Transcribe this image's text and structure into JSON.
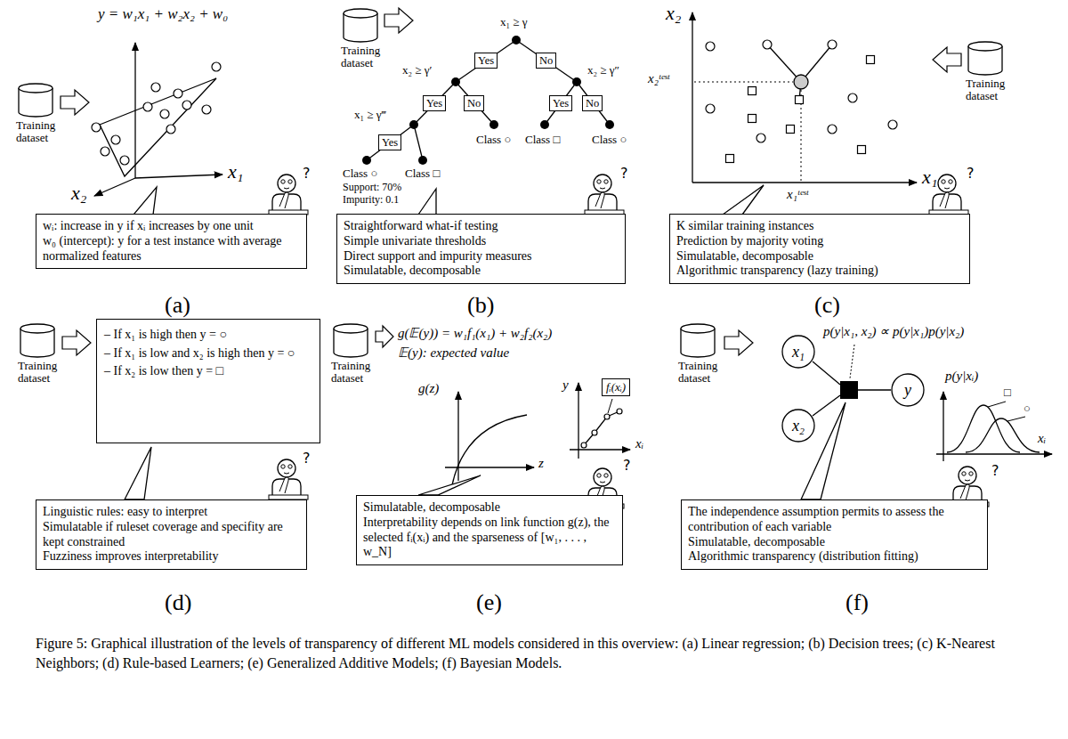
{
  "diagram": {
    "caption": "Figure 5: Graphical illustration of the levels of transparency of different ML models considered in this overview: (a) Linear regression; (b) Decision trees; (c) K-Nearest Neighbors; (d) Rule-based Learners; (e) Generalized Additive Models; (f) Bayesian Models.",
    "nodes": [
      {
        "text": [
          "Training dataset"
        ]
      },
      {
        "text": [
          "wᵢ: increase in y if xᵢ increases by one unit",
          "w₀ (intercept): y for a test instance with average normalized features"
        ]
      },
      {
        "text": [
          "Training dataset"
        ]
      },
      {
        "text": [
          "Yes"
        ]
      },
      {
        "text": [
          "No"
        ]
      },
      {
        "text": [
          "Yes"
        ]
      },
      {
        "text": [
          "No"
        ]
      },
      {
        "text": [
          "Yes"
        ]
      },
      {
        "text": [
          "No"
        ]
      },
      {
        "text": [
          "Yes"
        ]
      },
      {
        "text": [
          "Straightforward what-if testing",
          "Simple univariate thresholds",
          "Direct support and impurity measures",
          "Simulatable, decomposable"
        ]
      },
      {
        "text": [
          "Training dataset"
        ]
      },
      {
        "text": [
          "K similar training instances",
          "Prediction by majority voting",
          "Simulatable, decomposable",
          "Algorithmic transparency (lazy training)"
        ]
      },
      {
        "text": [
          "Training dataset"
        ]
      },
      {
        "text": [
          "– If x₁ is high then y = ○",
          "– If x₁ is low and x₂ is high then y = ○",
          "– If x₂ is low then y = □"
        ]
      },
      {
        "text": [
          "Linguistic rules: easy to interpret",
          "Simulatable if ruleset coverage and specifity are kept constrained",
          "Fuzziness improves interpretability"
        ]
      },
      {
        "text": [
          "Training dataset"
        ]
      },
      {
        "text": [
          "fᵢ(xᵢ)"
        ]
      },
      {
        "text": [
          "Simulatable, decomposable",
          "Interpretability depends on link function g(z), the selected fᵢ(xᵢ) and the sparseness of [w₁, . . . , w_N]"
        ]
      },
      {
        "text": [
          "Training dataset"
        ]
      },
      {
        "text": [
          "x₁"
        ]
      },
      {
        "text": [
          "x₂"
        ]
      },
      {
        "text": [
          "y"
        ]
      },
      {
        "text": [
          "The independence assumption permits to assess the contribution of each variable",
          "Simulatable, decomposable",
          "Algorithmic transparency (distribution fitting)"
        ]
      }
    ],
    "labels": [
      "y = w₁x₁ + w₂x₂ + w₀",
      "x₁",
      "x₂",
      "?",
      "(a)",
      "x₁ ≥ γ",
      "x₂ ≥ γ′",
      "x₂ ≥ γ″",
      "x₁ ≥ γ‴",
      "Class ○",
      "Class □",
      "Class ○",
      "Class ○",
      "Class □",
      "Support: 70%",
      "Impurity: 0.1",
      "?",
      "(b)",
      "x₂",
      "x₂ᵗᵉˢᵗ",
      "x₁ᵗᵉˢᵗ",
      "x₁",
      "?",
      "(c)",
      "?",
      "(d)",
      "g(𝔼(y)) = w₁f₁(x₁) + w₂f₂(x₂)",
      "𝔼(y): expected value",
      "g(z)",
      "z",
      "y",
      "xᵢ",
      "?",
      "(e)",
      "p(y|x₁, x₂) ∝ p(y|x₁)p(y|x₂)",
      "p(y|xᵢ)",
      "□",
      "○",
      "xᵢ",
      "?",
      "(f)"
    ]
  }
}
